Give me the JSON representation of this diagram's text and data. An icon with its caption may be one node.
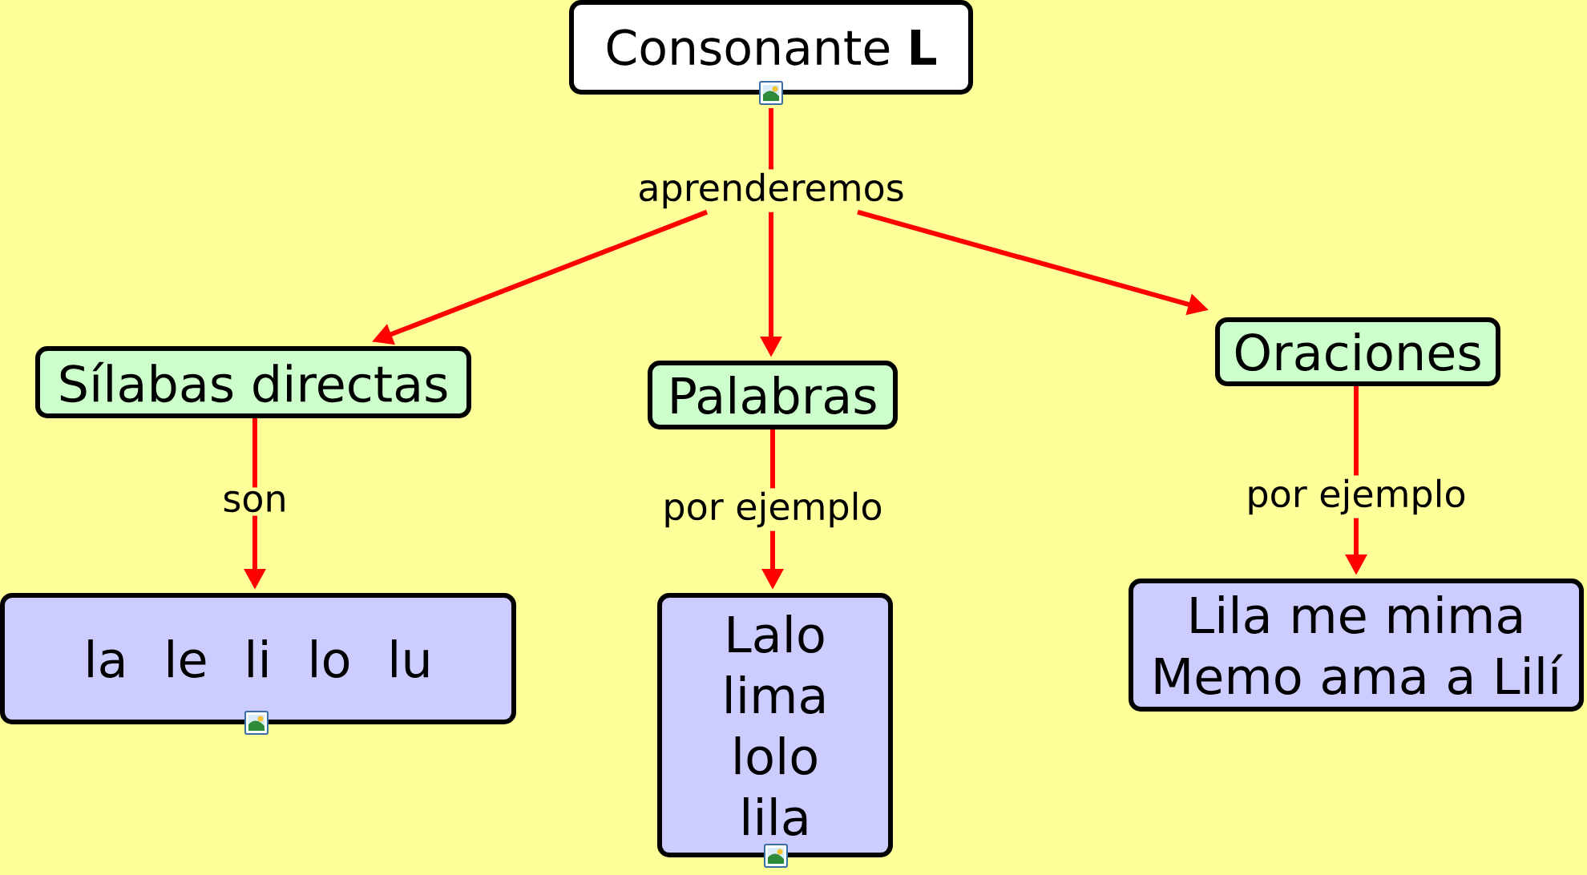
{
  "diagram": {
    "nodes": [
      {
        "text": [
          "Consonante **L**"
        ]
      },
      {
        "text": [
          "aprenderemos"
        ]
      },
      {
        "text": [
          "Sílabas directas"
        ]
      },
      {
        "text": [
          "Palabras"
        ]
      },
      {
        "text": [
          "Oraciones"
        ]
      },
      {
        "text": [
          "son"
        ]
      },
      {
        "text": [
          "por ejemplo"
        ]
      },
      {
        "text": [
          "por ejemplo"
        ]
      },
      {
        "text": [
          "la le li lo lu"
        ]
      },
      {
        "text": [
          "Lalo lima lolo lila"
        ]
      },
      {
        "text": [
          "Lila me mima Memo ama a Lilí"
        ]
      }
    ],
    "edges": [
      {
        "from": 0,
        "to": 1,
        "arrow": "none"
      },
      {
        "from": 1,
        "to": 2,
        "arrow": "to"
      },
      {
        "from": 1,
        "to": 3,
        "arrow": "to"
      },
      {
        "from": 1,
        "to": 4,
        "arrow": "to"
      },
      {
        "from": 2,
        "to": 5,
        "arrow": "none"
      },
      {
        "from": 5,
        "to": 8,
        "arrow": "to"
      },
      {
        "from": 3,
        "to": 6,
        "arrow": "none"
      },
      {
        "from": 6,
        "to": 9,
        "arrow": "to"
      },
      {
        "from": 4,
        "to": 7,
        "arrow": "none"
      },
      {
        "from": 7,
        "to": 10,
        "arrow": "to"
      }
    ]
  }
}
